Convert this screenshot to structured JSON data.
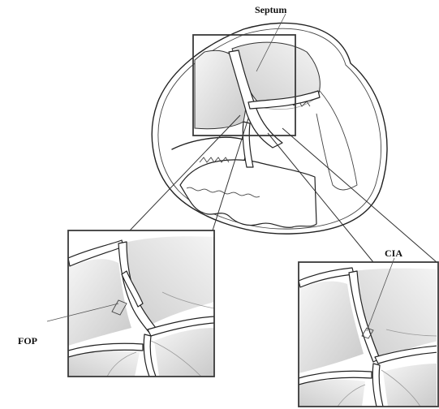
{
  "labels": {
    "septum": "Septum",
    "fop": "FOP",
    "cia": "CIA"
  }
}
